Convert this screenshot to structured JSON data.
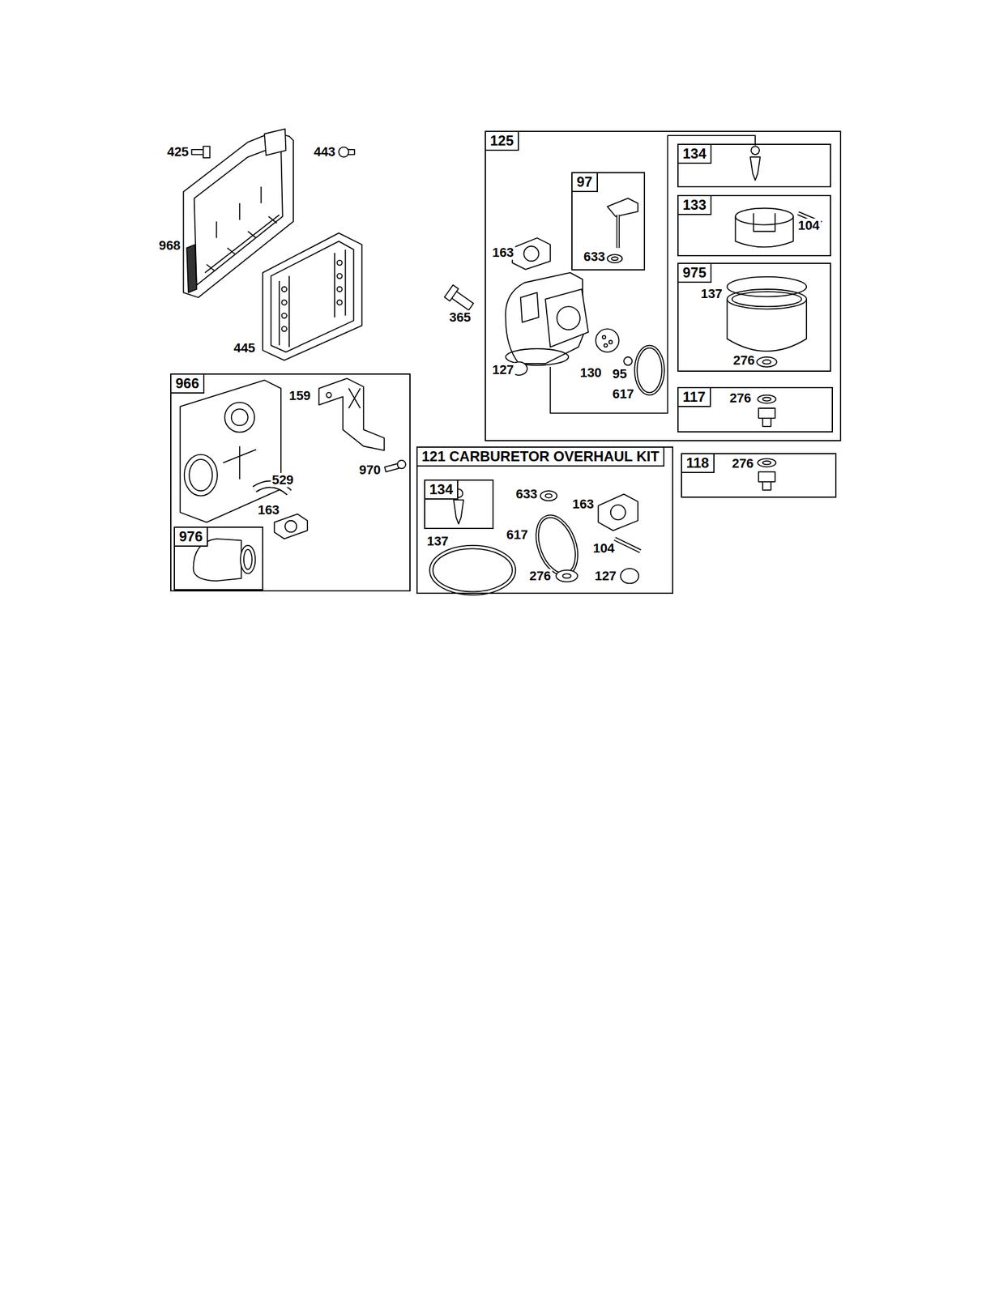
{
  "diagram": {
    "nodes": [
      {
        "text": [
          "125"
        ]
      },
      {
        "text": [
          "97"
        ],
        "in": 0
      },
      {
        "text": [
          "134"
        ],
        "in": 0
      },
      {
        "text": [
          "133"
        ],
        "in": 0
      },
      {
        "text": [
          "975"
        ],
        "in": 0
      },
      {
        "text": [
          "117"
        ],
        "in": 0
      },
      {
        "text": [
          "966"
        ]
      },
      {
        "text": [
          "976"
        ],
        "in": 6
      },
      {
        "text": [
          "121 CARBURETOR OVERHAUL KIT"
        ]
      },
      {
        "text": [
          "134"
        ],
        "in": 8
      },
      {
        "text": [
          "118"
        ]
      }
    ],
    "labels": [
      "425",
      "443",
      "968",
      "445",
      "159",
      "529",
      "970",
      "163",
      "163",
      "633",
      "365",
      "127",
      "130",
      "95",
      "617",
      "137",
      "104",
      "276",
      "276",
      "276",
      "633",
      "163",
      "137",
      "617",
      "104",
      "276",
      "127"
    ]
  }
}
